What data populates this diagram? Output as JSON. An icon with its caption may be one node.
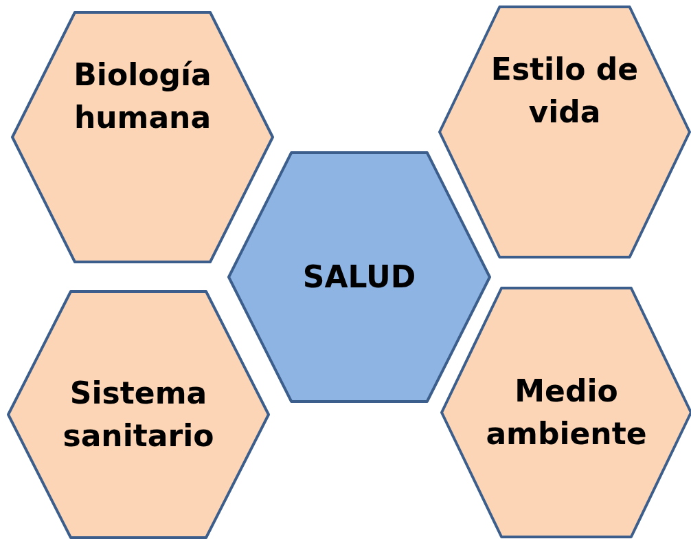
{
  "diagram": {
    "nodes": [
      {
        "text": [
          "Biología humana"
        ]
      },
      {
        "text": [
          "Estilo de vida"
        ]
      },
      {
        "text": [
          "SALUD"
        ]
      },
      {
        "text": [
          "Sistema sanitario"
        ]
      },
      {
        "text": [
          "Medio ambiente"
        ]
      }
    ]
  }
}
